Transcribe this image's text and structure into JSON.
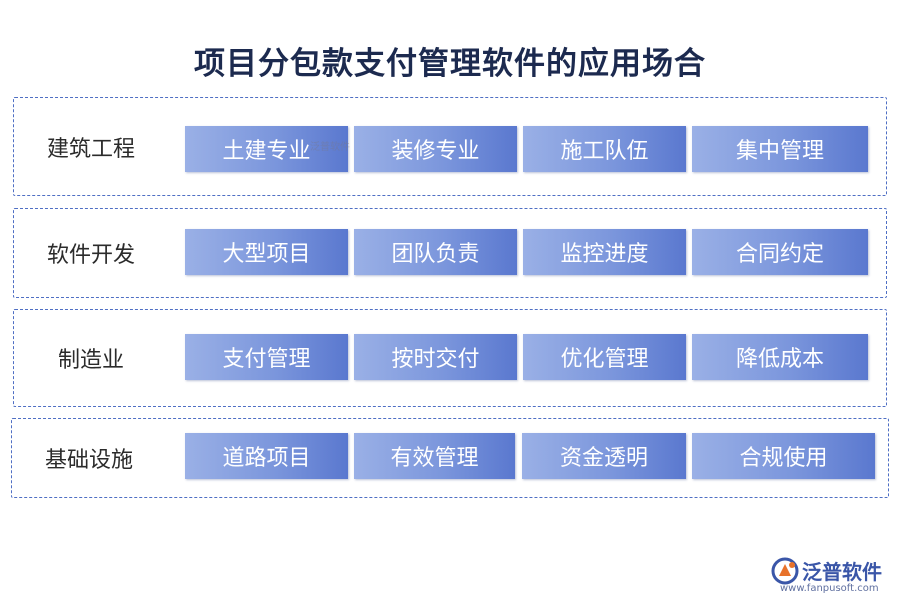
{
  "title": "项目分包款支付管理软件的应用场合",
  "rows": [
    {
      "label": "建筑工程",
      "items": [
        "土建专业",
        "装修专业",
        "施工队伍",
        "集中管理"
      ]
    },
    {
      "label": "软件开发",
      "items": [
        "大型项目",
        "团队负责",
        "监控进度",
        "合同约定"
      ]
    },
    {
      "label": "制造业",
      "items": [
        "支付管理",
        "按时交付",
        "优化管理",
        "降低成本"
      ]
    },
    {
      "label": "基础设施",
      "items": [
        "道路项目",
        "有效管理",
        "资金透明",
        "合规使用"
      ]
    }
  ],
  "watermark": "泛普软件",
  "logo": {
    "name": "泛普软件",
    "url": "www.fanpusoft.com"
  },
  "colors": {
    "chip_start": "#9ab0e6",
    "chip_end": "#5a78cf",
    "border": "#4f6fc4",
    "title": "#1c2a4f"
  }
}
